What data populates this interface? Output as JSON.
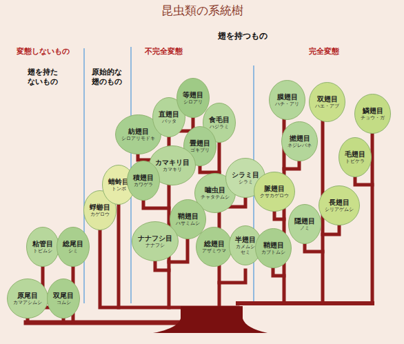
{
  "diagram": {
    "title": "昆虫類の系統樹",
    "nodes": [
      {
        "text": [
          "粘管目",
          "トビムシ"
        ]
      },
      {
        "text": [
          "総尾目",
          "シミ"
        ]
      },
      {
        "text": [
          "原尾目",
          "カマアシムシ"
        ]
      },
      {
        "text": [
          "双尾目",
          "コムシ"
        ]
      },
      {
        "text": [
          "蜉蝣目",
          "カゲロウ"
        ]
      },
      {
        "text": [
          "蜻蛉目",
          "トンボ"
        ]
      },
      {
        "text": [
          "紡翅目",
          "シロアリモドキ"
        ]
      },
      {
        "text": [
          "直翅目",
          "バッタ"
        ]
      },
      {
        "text": [
          "等翅目",
          "シロアリ"
        ]
      },
      {
        "text": [
          "食毛目",
          "ハジラミ"
        ]
      },
      {
        "text": [
          "畳翅目",
          "ゴキブリ"
        ]
      },
      {
        "text": [
          "カマキリ目",
          "カマキリ"
        ]
      },
      {
        "text": [
          "積翅目",
          "カワゲラ"
        ]
      },
      {
        "text": [
          "噛虫目",
          "チャタテムシ"
        ]
      },
      {
        "text": [
          "シラミ目",
          "シラミ"
        ]
      },
      {
        "text": [
          "鞘翅目",
          "ハサミムシ"
        ]
      },
      {
        "text": [
          "ナナフシ目",
          "ナナフシ"
        ]
      },
      {
        "text": [
          "総翅目",
          "アザミウマ"
        ]
      },
      {
        "text": [
          "半翅目",
          "カメムシ セミ"
        ]
      },
      {
        "text": [
          "膜翅目",
          "ハチ・アリ"
        ]
      },
      {
        "text": [
          "双翅目",
          "ハエ・アブ"
        ]
      },
      {
        "text": [
          "鱗翅目",
          "チョウ・ガ"
        ]
      },
      {
        "text": [
          "撚翅目",
          "ネジレバネ"
        ]
      },
      {
        "text": [
          "脈翅目",
          "クサカゲロウ"
        ]
      },
      {
        "text": [
          "毛翅目",
          "トビケラ"
        ]
      },
      {
        "text": [
          "長翅目",
          "シリアゲムシ"
        ]
      },
      {
        "text": [
          "隠翅目",
          "ノミ"
        ]
      },
      {
        "text": [
          "鞘翅目",
          "カブトムシ"
        ]
      }
    ],
    "labels": [
      "翅を持つもの",
      "変態しないもの",
      "不完全変態",
      "完全変態",
      "翅を持た ないもの",
      "原始的な 翅のもの"
    ]
  }
}
